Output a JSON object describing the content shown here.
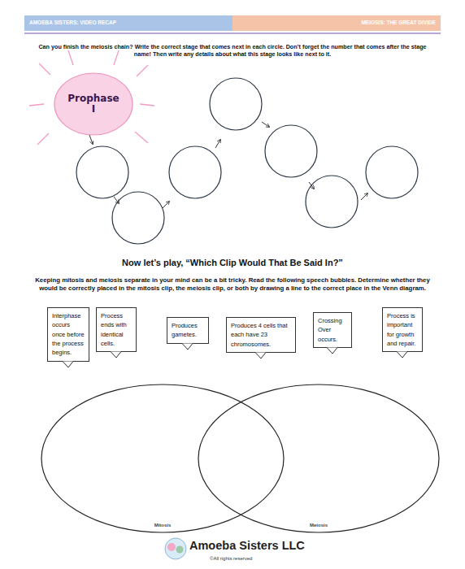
{
  "diagram": {
    "title": "Now let’s play, “Which Clip Would That Be Said In?”",
    "nodes": [
      {
        "text": [
          "Prophase I"
        ]
      },
      {
        "text": [
          "Interphase occurs once before the process begins."
        ]
      },
      {
        "text": [
          "Process ends with identical cells."
        ]
      },
      {
        "text": [
          "Produces gametes."
        ]
      },
      {
        "text": [
          "Produces 4 cells that each have 23 chromosomes."
        ]
      },
      {
        "text": [
          "Crossing Over occurs."
        ]
      },
      {
        "text": [
          "Process is important for growth and repair."
        ]
      },
      {
        "text": [
          "Mitosis"
        ]
      },
      {
        "text": [
          "Meiosis"
        ]
      }
    ],
    "labels": [
      "AMOEBA SISTERS: VIDEO RECAP",
      "MEIOSIS: THE GREAT DIVIDE",
      "Can you finish the meiosis chain? Write the correct stage that comes next in each circle. Don’t forget the number that comes after the stage name! Then write any details about what this stage looks like next to it.",
      "Keeping mitosis and meiosis separate in your mind can be a bit tricky. Read the following speech bubbles. Determine whether they would be correctly placed in the mitosis clip, the meiosis clip, or both by drawing a line to the correct place in the Venn diagram.",
      "Amoeba Sisters LLC",
      "©All rights reserved"
    ]
  }
}
